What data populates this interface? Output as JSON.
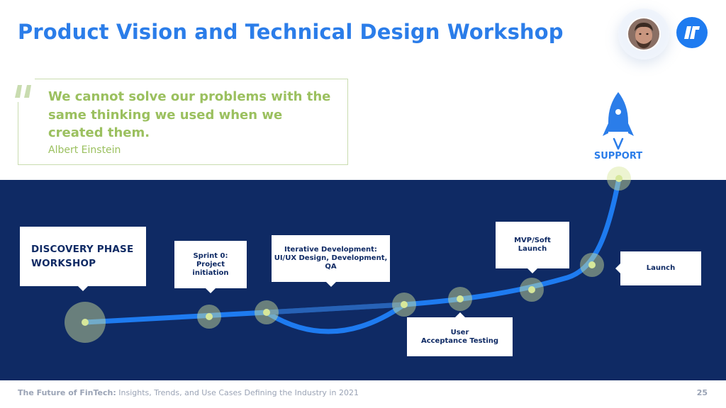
{
  "header": {
    "title": "Product Vision and Technical Design Workshop"
  },
  "quote": {
    "text": "We cannot solve our problems with the same thinking we used when we created them.",
    "author": "Albert Einstein"
  },
  "roadmap": {
    "goal_label": "SUPPORT",
    "callouts": {
      "discovery": "DISCOVERY PHASE\nWORKSHOP",
      "sprint0": "Sprint 0:\nProject\ninitiation",
      "iterative": "Iterative Development:\nUI/UX Design, Development,\nQA",
      "uat": "User\nAcceptance Testing",
      "mvp": "MVP/Soft\nLaunch",
      "launch": "Launch"
    }
  },
  "footer": {
    "title_bold": "The Future of FinTech:",
    "title_rest": " Insights, Trends, and Use Cases Defining the Industry in 2021",
    "page_number": "25"
  },
  "colors": {
    "accent": "#2b7de9",
    "band": "#0f2a64",
    "quote": "#9bc05f",
    "road": "#1e7bf0",
    "node": "#d6e79a"
  }
}
